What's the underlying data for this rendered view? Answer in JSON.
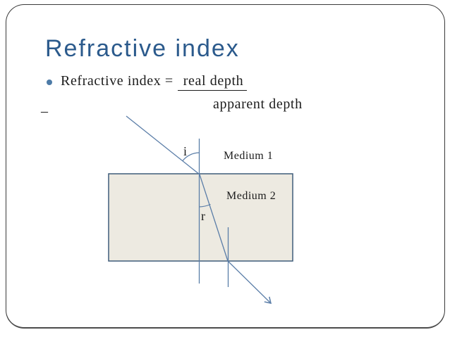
{
  "slide": {
    "title": "Refractive index",
    "equation": {
      "prefix": "Refractive index =",
      "numerator": "real depth",
      "denominator": "apparent depth"
    },
    "dash_bullet": "–",
    "diagram": {
      "medium1_label": "Medium 1",
      "medium2_label": "Medium 2",
      "angle_i_label": "i",
      "angle_r_label": "r"
    },
    "colors": {
      "title_blue": "#2b5a8c",
      "body_text": "#1c1c1c",
      "bullet_dot": "#4d7ba7",
      "ray_blue": "#5b7ea8",
      "medium2_fill": "#edeae1",
      "medium2_border": "#3f5c7a",
      "frame_border": "#3a3a3a"
    }
  }
}
